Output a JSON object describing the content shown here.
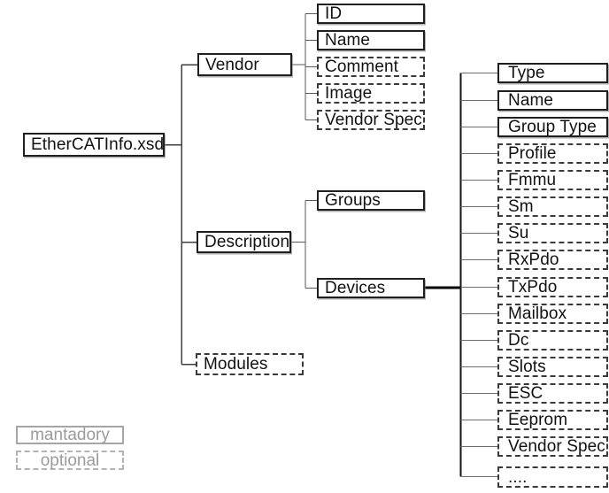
{
  "diagram": {
    "root": {
      "label": "EtherCATInfo.xsd",
      "required": "mandatory"
    },
    "level1": [
      {
        "label": "Vendor",
        "required": "mandatory"
      },
      {
        "label": "Description",
        "required": "mandatory"
      },
      {
        "label": "Modules",
        "required": "optional"
      }
    ],
    "vendor_children": [
      {
        "label": "ID",
        "required": "mandatory"
      },
      {
        "label": "Name",
        "required": "mandatory"
      },
      {
        "label": "Comment",
        "required": "optional"
      },
      {
        "label": "Image",
        "required": "optional"
      },
      {
        "label": "Vendor Spec",
        "required": "optional"
      }
    ],
    "description_children": [
      {
        "label": "Groups",
        "required": "mandatory"
      },
      {
        "label": "Devices",
        "required": "mandatory"
      }
    ],
    "devices_children": [
      {
        "label": "Type",
        "required": "mandatory"
      },
      {
        "label": "Name",
        "required": "mandatory"
      },
      {
        "label": "Group Type",
        "required": "mandatory"
      },
      {
        "label": "Profile",
        "required": "optional"
      },
      {
        "label": "Fmmu",
        "required": "optional"
      },
      {
        "label": "Sm",
        "required": "optional"
      },
      {
        "label": "Su",
        "required": "optional"
      },
      {
        "label": "RxPdo",
        "required": "optional"
      },
      {
        "label": "TxPdo",
        "required": "optional"
      },
      {
        "label": "Mailbox",
        "required": "optional"
      },
      {
        "label": "Dc",
        "required": "optional"
      },
      {
        "label": "Slots",
        "required": "optional"
      },
      {
        "label": "ESC",
        "required": "optional"
      },
      {
        "label": "Eeprom",
        "required": "optional"
      },
      {
        "label": "Vendor Spec",
        "required": "optional"
      },
      {
        "label": "....",
        "required": "optional"
      }
    ],
    "legend": {
      "mandatory_label": "mantadory",
      "optional_label": "optional"
    },
    "colors": {
      "background": "#ffffff",
      "mandatory_border": "#1f1f1f",
      "optional_border": "#3a3a3a",
      "legend_border": "#a6a6a6",
      "legend_text": "#9b9b9b",
      "connector": "#3f3f3f"
    }
  }
}
